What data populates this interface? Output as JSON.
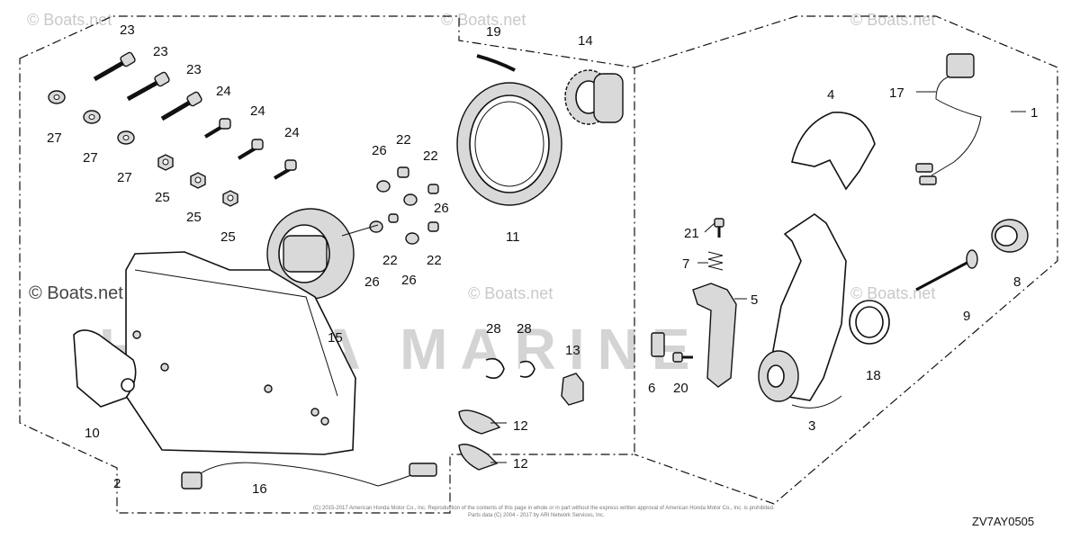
{
  "watermarks": [
    "© Boats.net",
    "© Boats.net",
    "© Boats.net",
    "© Boats.net",
    "© Boats.net",
    "© Boats.net"
  ],
  "watermark_main": "© Boats.net",
  "brand_mark": "HONDA MARINE",
  "copyright_line1": "(C) 2015-2017 American Honda Motor Co., Inc. Reproduction of the contents of this page in whole or in part without the express written approval of American Honda Motor Co., Inc. is prohibited.",
  "copyright_line2": "Parts data (C) 2004 - 2017 by ARI Network Services, Inc.",
  "diagram_code": "ZV7AY0505",
  "callouts": [
    "23",
    "23",
    "23",
    "24",
    "24",
    "24",
    "27",
    "27",
    "27",
    "25",
    "25",
    "25",
    "26",
    "22",
    "22",
    "26",
    "22",
    "26",
    "22",
    "26",
    "15",
    "19",
    "14",
    "11",
    "4",
    "17",
    "1",
    "21",
    "7",
    "5",
    "8",
    "9",
    "18",
    "6",
    "20",
    "3",
    "28",
    "28",
    "13",
    "12",
    "12",
    "10",
    "2",
    "16"
  ]
}
